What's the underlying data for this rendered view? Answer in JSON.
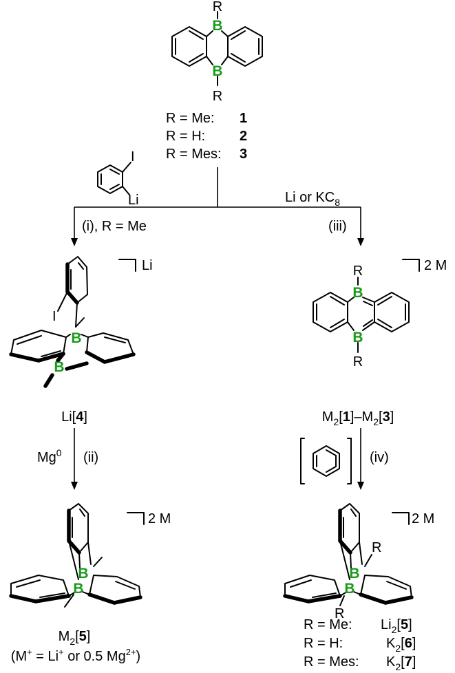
{
  "top": {
    "R_top": "R",
    "R_bottom": "R",
    "boron": "B",
    "rows": [
      {
        "lhs": "R = Me:",
        "num": "1"
      },
      {
        "lhs": "R = H:",
        "num": "2"
      },
      {
        "lhs": "R = Mes:",
        "num": "3"
      }
    ]
  },
  "reagent_left": {
    "I": "I",
    "Li": "Li"
  },
  "reagent_right": {
    "text": "Li or KC",
    "sub": "8"
  },
  "step_labels": {
    "i": "(i), R = Me",
    "ii": "(ii)",
    "iii": "(iii)",
    "iv": "(iv)"
  },
  "mg": {
    "text": "Mg",
    "sup": "0"
  },
  "cmpd4": {
    "counter": "Li",
    "iodine": "I",
    "label_pre": "Li[",
    "label_num": "4",
    "label_post": "]"
  },
  "cmpd13": {
    "counter": "2 M",
    "R_top": "R",
    "R_bottom": "R",
    "label": {
      "m1": "M",
      "s1": "2",
      "o1": "[",
      "n1": "1",
      "c1": "]–M",
      "s2": "2",
      "o2": "[",
      "n2": "3",
      "c2": "]"
    }
  },
  "cmpd5": {
    "counter": "2 M",
    "label_m": "M",
    "label_sub": "2",
    "label_open": "[",
    "label_num": "5",
    "label_close": "]",
    "note": {
      "p1": "(M",
      "s1": "+",
      "p2": " = Li",
      "s2": "+",
      "p3": " or 0.5 Mg",
      "s3": "2+",
      "p4": ")"
    }
  },
  "cmpd567": {
    "counter": "2 M",
    "R1": "R",
    "R2": "R",
    "rows": [
      {
        "lhs": "R = Me:",
        "salt": "Li",
        "sub": "2",
        "open": "[",
        "num": "5",
        "close": "]"
      },
      {
        "lhs": "R = H:",
        "salt": "K",
        "sub": "2",
        "open": "[",
        "num": "6",
        "close": "]"
      },
      {
        "lhs": "R = Mes:",
        "salt": "K",
        "sub": "2",
        "open": "[",
        "num": "7",
        "close": "]"
      }
    ]
  }
}
